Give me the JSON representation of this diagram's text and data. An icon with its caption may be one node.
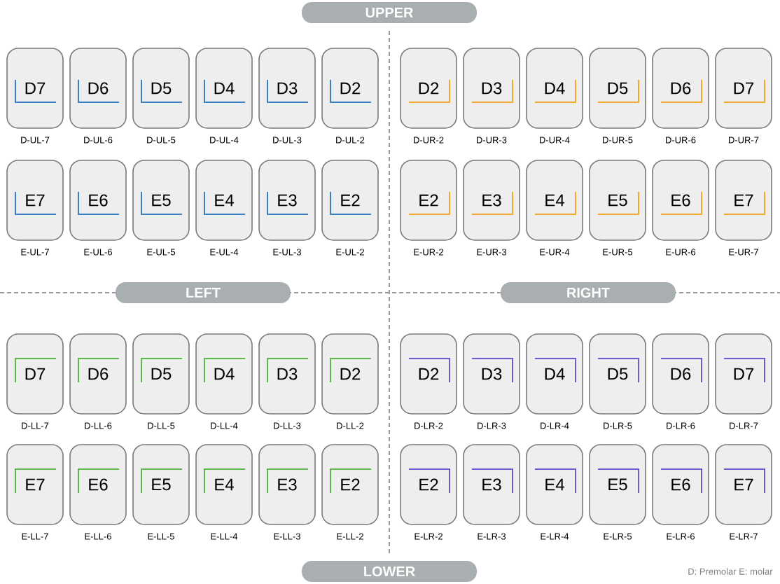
{
  "diagram": {
    "nodes": [
      {
        "text": [
          "UPPER"
        ]
      },
      {
        "text": [
          "D7"
        ],
        "beside": [
          "D-UL-7"
        ]
      },
      {
        "text": [
          "D6"
        ],
        "beside": [
          "D-UL-6"
        ]
      },
      {
        "text": [
          "D5"
        ],
        "beside": [
          "D-UL-5"
        ]
      },
      {
        "text": [
          "D4"
        ],
        "beside": [
          "D-UL-4"
        ]
      },
      {
        "text": [
          "D3"
        ],
        "beside": [
          "D-UL-3"
        ]
      },
      {
        "text": [
          "D2"
        ],
        "beside": [
          "D-UL-2"
        ]
      },
      {
        "text": [
          "D2"
        ],
        "beside": [
          "D-UR-2"
        ]
      },
      {
        "text": [
          "D3"
        ],
        "beside": [
          "D-UR-3"
        ]
      },
      {
        "text": [
          "D4"
        ],
        "beside": [
          "D-UR-4"
        ]
      },
      {
        "text": [
          "D5"
        ],
        "beside": [
          "D-UR-5"
        ]
      },
      {
        "text": [
          "D6"
        ],
        "beside": [
          "D-UR-6"
        ]
      },
      {
        "text": [
          "D7"
        ],
        "beside": [
          "D-UR-7"
        ]
      },
      {
        "text": [
          "E7"
        ],
        "beside": [
          "E-UL-7"
        ]
      },
      {
        "text": [
          "E6"
        ],
        "beside": [
          "E-UL-6"
        ]
      },
      {
        "text": [
          "E5"
        ],
        "beside": [
          "E-UL-5"
        ]
      },
      {
        "text": [
          "E4"
        ],
        "beside": [
          "E-UL-4"
        ]
      },
      {
        "text": [
          "E3"
        ],
        "beside": [
          "E-UL-3"
        ]
      },
      {
        "text": [
          "E2"
        ],
        "beside": [
          "E-UL-2"
        ]
      },
      {
        "text": [
          "E2"
        ],
        "beside": [
          "E-UR-2"
        ]
      },
      {
        "text": [
          "E3"
        ],
        "beside": [
          "E-UR-3"
        ]
      },
      {
        "text": [
          "E4"
        ],
        "beside": [
          "E-UR-4"
        ]
      },
      {
        "text": [
          "E5"
        ],
        "beside": [
          "E-UR-5"
        ]
      },
      {
        "text": [
          "E6"
        ],
        "beside": [
          "E-UR-6"
        ]
      },
      {
        "text": [
          "E7"
        ],
        "beside": [
          "E-UR-7"
        ]
      },
      {
        "text": [
          "LEFT"
        ]
      },
      {
        "text": [
          "RIGHT"
        ]
      },
      {
        "text": [
          "D7"
        ],
        "beside": [
          "D-LL-7"
        ]
      },
      {
        "text": [
          "D6"
        ],
        "beside": [
          "D-LL-6"
        ]
      },
      {
        "text": [
          "D5"
        ],
        "beside": [
          "D-LL-5"
        ]
      },
      {
        "text": [
          "D4"
        ],
        "beside": [
          "D-LL-4"
        ]
      },
      {
        "text": [
          "D3"
        ],
        "beside": [
          "D-LL-3"
        ]
      },
      {
        "text": [
          "D2"
        ],
        "beside": [
          "D-LL-2"
        ]
      },
      {
        "text": [
          "D2"
        ],
        "beside": [
          "D-LR-2"
        ]
      },
      {
        "text": [
          "D3"
        ],
        "beside": [
          "D-LR-3"
        ]
      },
      {
        "text": [
          "D4"
        ],
        "beside": [
          "D-LR-4"
        ]
      },
      {
        "text": [
          "D5"
        ],
        "beside": [
          "D-LR-5"
        ]
      },
      {
        "text": [
          "D6"
        ],
        "beside": [
          "D-LR-6"
        ]
      },
      {
        "text": [
          "D7"
        ],
        "beside": [
          "D-LR-7"
        ]
      },
      {
        "text": [
          "E7"
        ],
        "beside": [
          "E-LL-7"
        ]
      },
      {
        "text": [
          "E6"
        ],
        "beside": [
          "E-LL-6"
        ]
      },
      {
        "text": [
          "E5"
        ],
        "beside": [
          "E-LL-5"
        ]
      },
      {
        "text": [
          "E4"
        ],
        "beside": [
          "E-LL-4"
        ]
      },
      {
        "text": [
          "E3"
        ],
        "beside": [
          "E-LL-3"
        ]
      },
      {
        "text": [
          "E2"
        ],
        "beside": [
          "E-LL-2"
        ]
      },
      {
        "text": [
          "E2"
        ],
        "beside": [
          "E-LR-2"
        ]
      },
      {
        "text": [
          "E3"
        ],
        "beside": [
          "E-LR-3"
        ]
      },
      {
        "text": [
          "E4"
        ],
        "beside": [
          "E-LR-4"
        ]
      },
      {
        "text": [
          "E5"
        ],
        "beside": [
          "E-LR-5"
        ]
      },
      {
        "text": [
          "E6"
        ],
        "beside": [
          "E-LR-6"
        ]
      },
      {
        "text": [
          "E7"
        ],
        "beside": [
          "E-LR-7"
        ]
      },
      {
        "text": [
          "LOWER"
        ]
      }
    ],
    "labels": [
      "D: Premolar E: molar"
    ]
  }
}
